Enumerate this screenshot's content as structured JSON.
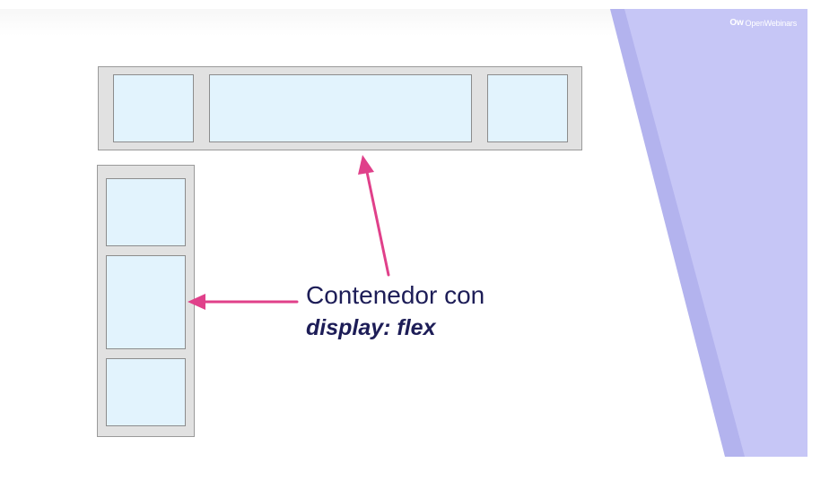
{
  "brand": {
    "logo_mark": "Ow",
    "name": "OpenWebinars"
  },
  "caption": {
    "line1": "Contenedor con",
    "line2": "display: flex"
  },
  "colors": {
    "container_fill": "#e1e1e1",
    "item_fill": "#e2f3fd",
    "arrow": "#e0408a",
    "caption_text": "#1d1d57",
    "accent_band": "#c5c5f5",
    "accent_band_dark": "#b0b0ee"
  },
  "icons": {
    "logo": "openwebinars-logo-icon",
    "arrow_up": "arrow-up-icon",
    "arrow_left": "arrow-left-icon"
  }
}
